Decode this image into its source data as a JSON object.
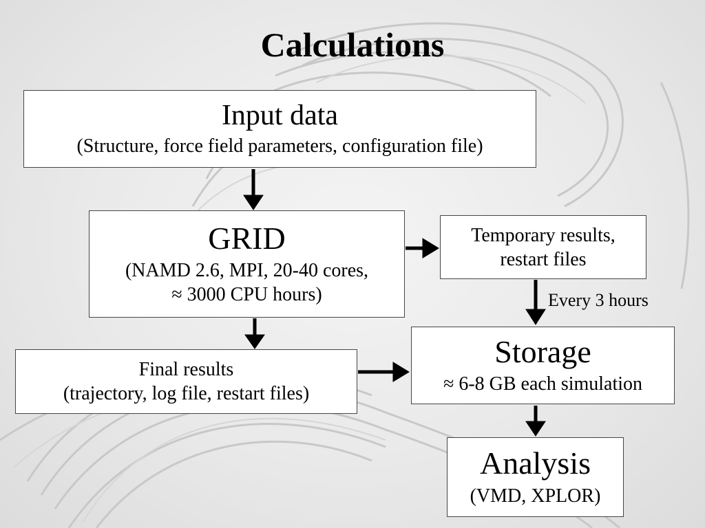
{
  "title": "Calculations",
  "input": {
    "heading": "Input data",
    "detail": "(Structure, force field parameters, configuration file)"
  },
  "grid": {
    "heading": "GRID",
    "detail_line1": "(NAMD 2.6, MPI, 20-40 cores,",
    "detail_line2": "≈ 3000 CPU hours)"
  },
  "temporary": {
    "line1": "Temporary results,",
    "line2": "restart files"
  },
  "interval_label": "Every 3 hours",
  "final": {
    "line1": "Final results",
    "line2": "(trajectory, log file, restart files)"
  },
  "storage": {
    "heading": "Storage",
    "detail": "≈ 6-8 GB each simulation"
  },
  "analysis": {
    "heading": "Analysis",
    "detail": "(VMD, XPLOR)"
  }
}
